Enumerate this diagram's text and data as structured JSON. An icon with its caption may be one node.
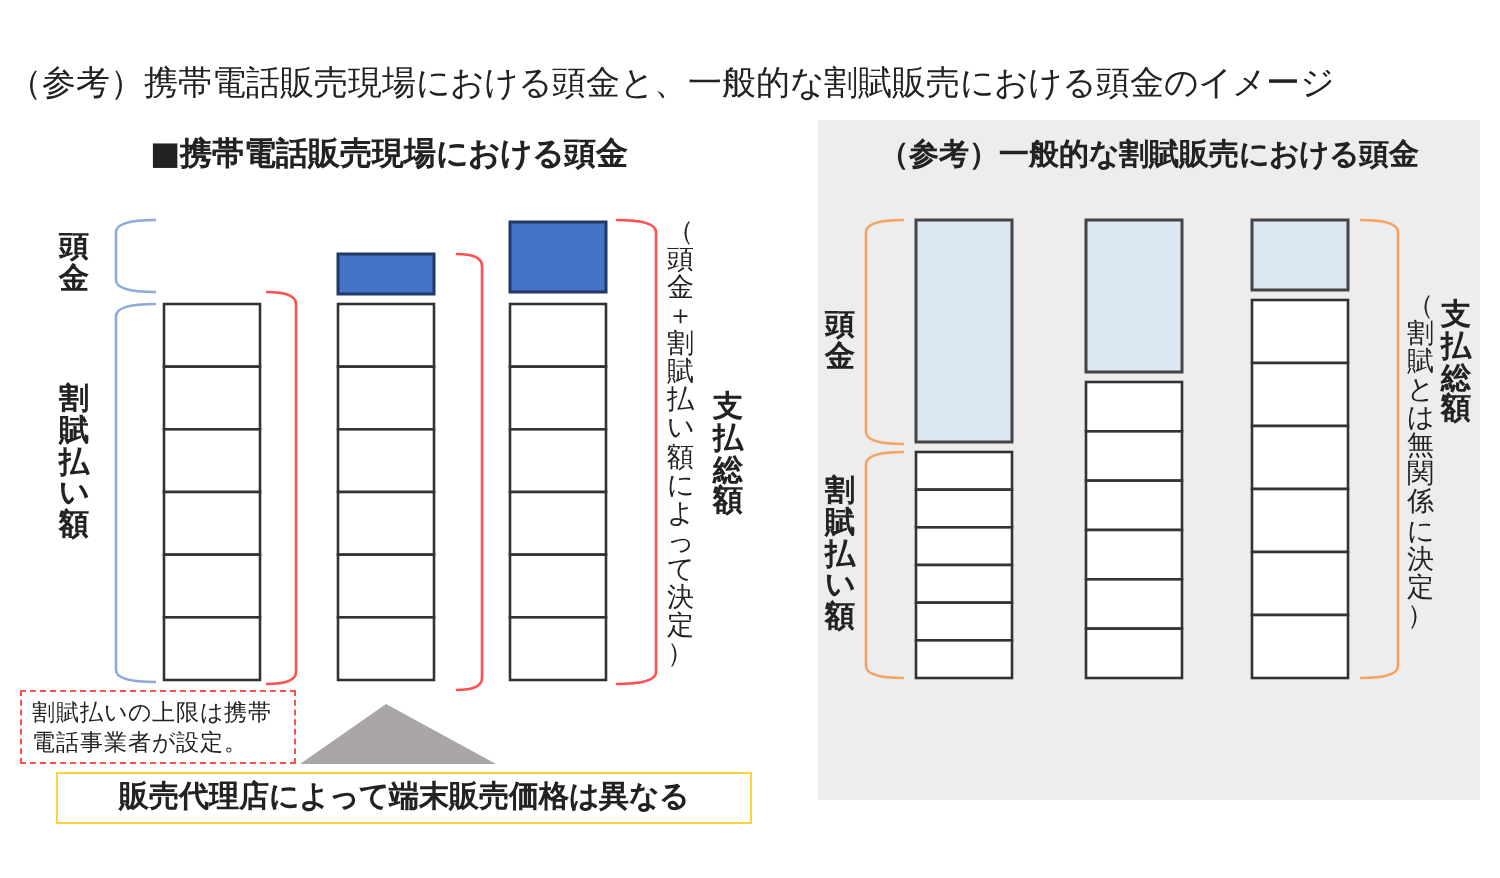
{
  "diagram": {
    "title": "（参考）携帯電話販売現場における頭金と、一般的な割賦販売における頭金のイメージ",
    "nodes": [
      {
        "text": [
          "（参考）一般的な割賦販売における頭金"
        ]
      },
      {
        "text": [
          "割賦払いの上限は携帯電話事業者が設定。"
        ]
      },
      {
        "text": [
          "販売代理店によって端末販売価格は異なる"
        ]
      },
      {
        "text": [],
        "shape": "triangle"
      }
    ],
    "labels": [
      "■携帯電話販売現場における頭金",
      "頭金",
      "割賦払い額",
      "（頭金＋割賦払い額によって決定）",
      "支払総額",
      "頭金",
      "割賦払い額",
      "（割賦とは無関係に決定）",
      "支払総額"
    ]
  }
}
